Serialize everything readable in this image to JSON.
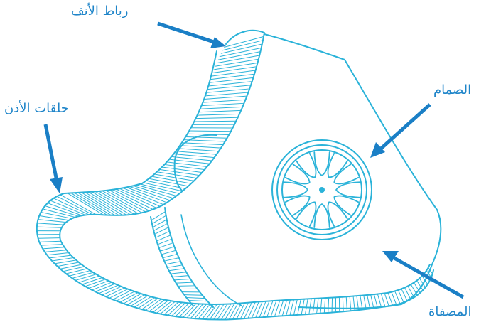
{
  "colors": {
    "outline": "#2bb3d9",
    "arrow": "#1a7fc6",
    "label": "#1f85c9",
    "background": "#ffffff"
  },
  "labels": {
    "nose_strap": "رباط الأنف",
    "ear_loops": "حلقات الأذن",
    "valve": "الصمام",
    "filter": "المصفاة"
  },
  "icons": [
    "mask-illustration",
    "arrow-icon"
  ]
}
